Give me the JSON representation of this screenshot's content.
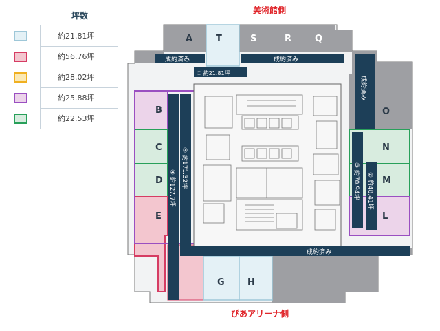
{
  "legend": {
    "header": "坪数",
    "rows": [
      {
        "value": "約21.81坪",
        "fill": "#e4f1f6",
        "border": "#9ec7d8"
      },
      {
        "value": "約56.76坪",
        "fill": "#f3c6cf",
        "border": "#d63c63"
      },
      {
        "value": "約28.02坪",
        "fill": "#fbe9b5",
        "border": "#f0b021"
      },
      {
        "value": "約25.88坪",
        "fill": "#ecd4ea",
        "border": "#9a4fc1"
      },
      {
        "value": "約22.53坪",
        "fill": "#d8ecdf",
        "border": "#28a05a"
      }
    ]
  },
  "sides": {
    "top": "美術館側",
    "bottom": "ぴあアリーナ側"
  },
  "zones": {
    "A": "A",
    "T": "T",
    "S": "S",
    "R": "R",
    "Q": "Q",
    "O": "O",
    "B": "B",
    "C": "C",
    "D": "D",
    "E": "E",
    "N": "N",
    "M": "M",
    "L": "L",
    "G": "G",
    "H": "H"
  },
  "bars": {
    "contracted_top_left": "成約済み",
    "contracted_top_right": "成約済み",
    "contracted_right": "成約済み",
    "contracted_bottom": "成約済み",
    "area_1": "① 約21.81坪",
    "area_3": "③ 約70.94坪",
    "area_2": "② 約48.41坪",
    "area_5": "⑤ 約171.32坪",
    "area_4": "④ 約127.7坪"
  },
  "colors": {
    "gray": "#9e9fa3",
    "navy": "#1d3f58",
    "core_line": "#666666"
  }
}
